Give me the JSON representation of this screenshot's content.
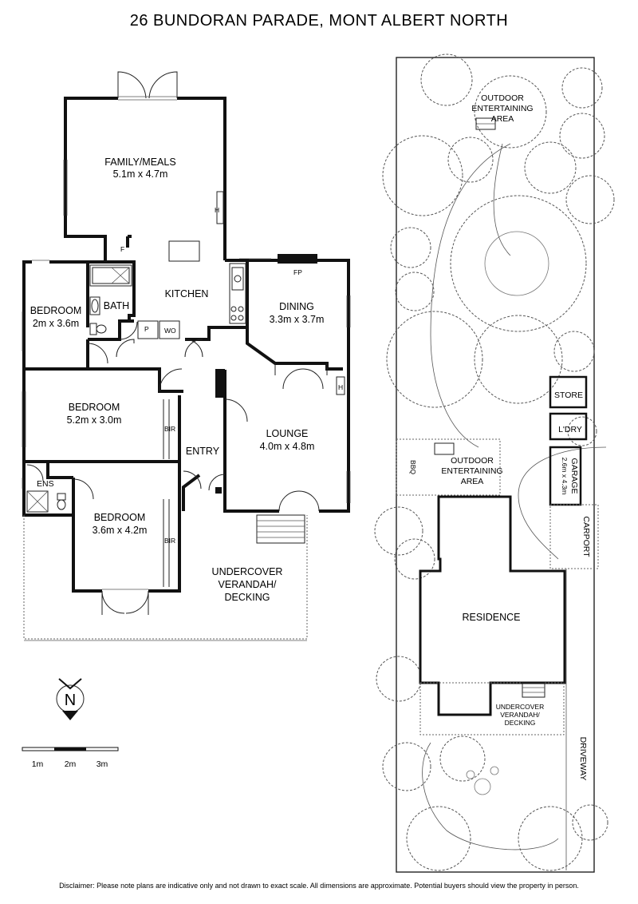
{
  "title": "26 BUNDORAN PARADE, MONT ALBERT NORTH",
  "floorplan": {
    "family": {
      "name": "FAMILY/MEALS",
      "size": "5.1m x 4.7m"
    },
    "kitchen": "KITCHEN",
    "dining": {
      "name": "DINING",
      "size": "3.3m x 3.7m"
    },
    "bedroom1": {
      "name": "BEDROOM",
      "size": "2m x 3.6m"
    },
    "bath": "BATH",
    "bedroom2": {
      "name": "BEDROOM",
      "size": "5.2m x 3.0m"
    },
    "lounge": {
      "name": "LOUNGE",
      "size": "4.0m x 4.8m"
    },
    "entry": "ENTRY",
    "bedroom3": {
      "name": "BEDROOM",
      "size": "3.6m x 4.2m"
    },
    "ens": "ENS",
    "verandah": [
      "UNDERCOVER",
      "VERANDAH/",
      "DECKING"
    ],
    "markers": {
      "f": "F",
      "h1": "H",
      "h2": "H",
      "fp": "FP",
      "p": "P",
      "wo": "WO",
      "bir1": "BIR",
      "bir2": "BIR"
    }
  },
  "siteplan": {
    "outdoor1": [
      "OUTDOOR",
      "ENTERTAINING",
      "AREA"
    ],
    "outdoor2": [
      "OUTDOOR",
      "ENTERTAINING",
      "AREA"
    ],
    "bbq": "BBQ",
    "store": "STORE",
    "ldry": "L'DRY",
    "garage": {
      "name": "GARAGE",
      "size": "2.6m x 4.3m"
    },
    "carport": "CARPORT",
    "residence": "RESIDENCE",
    "verandah": [
      "UNDERCOVER",
      "VERANDAH/",
      "DECKING"
    ],
    "driveway": "DRIVEWAY"
  },
  "north": "N",
  "scale": {
    "labels": [
      "1m",
      "2m",
      "3m"
    ]
  },
  "disclaimer": "Disclaimer: Please note plans are indicative only and not drawn to exact scale. All dimensions are approximate. Potential buyers should view the property in person."
}
